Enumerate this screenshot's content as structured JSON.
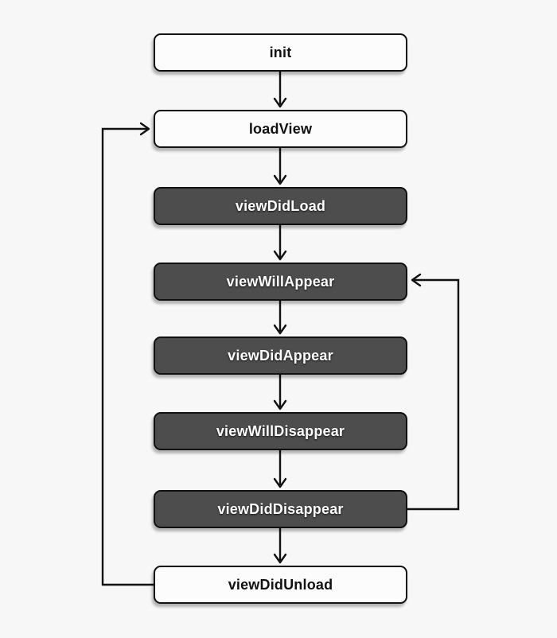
{
  "diagram": {
    "title": "UIViewController lifecycle flowchart",
    "type": "flowchart",
    "nodes": [
      {
        "id": "init",
        "label": "init",
        "variant": "light"
      },
      {
        "id": "loadView",
        "label": "loadView",
        "variant": "light"
      },
      {
        "id": "viewDidLoad",
        "label": "viewDidLoad",
        "variant": "dark"
      },
      {
        "id": "viewWillAppear",
        "label": "viewWillAppear",
        "variant": "dark"
      },
      {
        "id": "viewDidAppear",
        "label": "viewDidAppear",
        "variant": "dark"
      },
      {
        "id": "viewWillDisappear",
        "label": "viewWillDisappear",
        "variant": "dark"
      },
      {
        "id": "viewDidDisappear",
        "label": "viewDidDisappear",
        "variant": "dark"
      },
      {
        "id": "viewDidUnload",
        "label": "viewDidUnload",
        "variant": "light"
      }
    ],
    "edges": [
      {
        "from": "init",
        "to": "loadView",
        "route": "straight-down"
      },
      {
        "from": "loadView",
        "to": "viewDidLoad",
        "route": "straight-down"
      },
      {
        "from": "viewDidLoad",
        "to": "viewWillAppear",
        "route": "straight-down"
      },
      {
        "from": "viewWillAppear",
        "to": "viewDidAppear",
        "route": "straight-down"
      },
      {
        "from": "viewDidAppear",
        "to": "viewWillDisappear",
        "route": "straight-down"
      },
      {
        "from": "viewWillDisappear",
        "to": "viewDidDisappear",
        "route": "straight-down"
      },
      {
        "from": "viewDidDisappear",
        "to": "viewDidUnload",
        "route": "straight-down"
      },
      {
        "from": "viewDidDisappear",
        "to": "viewWillAppear",
        "route": "right-side-loop"
      },
      {
        "from": "viewDidUnload",
        "to": "loadView",
        "route": "left-side-loop"
      }
    ],
    "colors": {
      "background": "#f7f7f7",
      "light_node_fill": "#fcfcfc",
      "dark_node_fill": "#4d4d4d",
      "node_border": "#111111",
      "light_node_text": "#111111",
      "dark_node_text": "#ffffff",
      "connector": "#111111"
    }
  }
}
